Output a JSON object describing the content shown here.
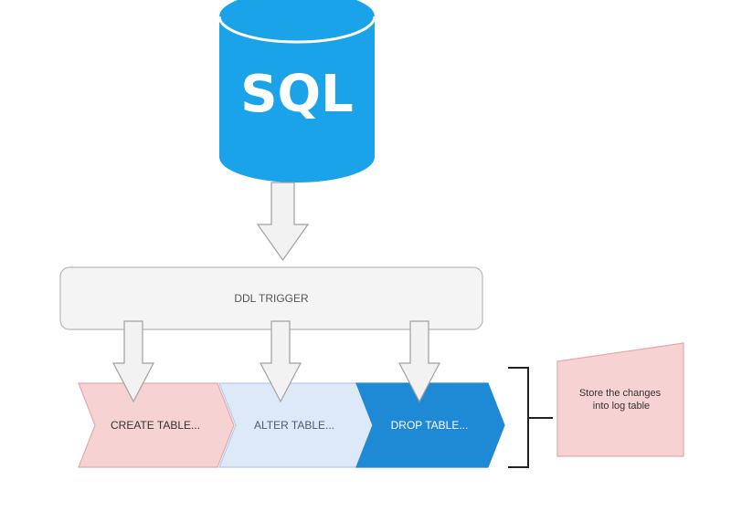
{
  "database": {
    "label": "SQL",
    "color": "#1aa3e8",
    "text_color": "#ffffff"
  },
  "trigger": {
    "label": "DDL TRIGGER",
    "fill": "#f4f4f4",
    "stroke": "#b8b8b8"
  },
  "steps": [
    {
      "label": "CREATE TABLE...",
      "fill": "#f7d2d2",
      "stroke": "#e3a9a9",
      "text_color": "#333333"
    },
    {
      "label": "ALTER TABLE...",
      "fill": "#dde8f8",
      "stroke": "#b7c9e8",
      "text_color": "#4a5a7a"
    },
    {
      "label": "DROP TABLE...",
      "fill": "#1e8ad6",
      "stroke": "#1e8ad6",
      "text_color": "#ffffff"
    }
  ],
  "note": {
    "lines": [
      "Store the changes",
      "into log table"
    ],
    "fill": "#f7d2d2",
    "stroke": "#e3a9a9"
  }
}
